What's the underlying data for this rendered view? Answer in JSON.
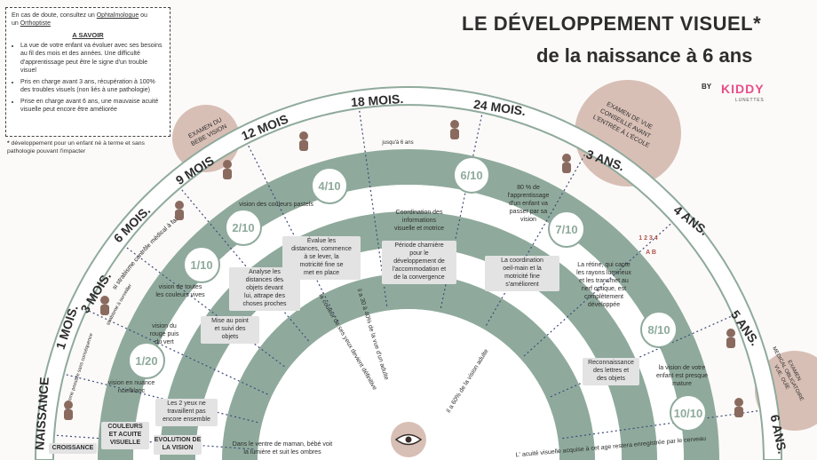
{
  "info_box": {
    "intro_prefix": "En cas de doute, consultez un ",
    "ophtalmologue": "Ophtalmologue",
    "ou": " ou",
    "intro_suffix": "un ",
    "orthoptiste": "Orthoptiste",
    "title": "A SAVOIR",
    "bullet1": "La vue de votre enfant va évoluer avec ses besoins au fil des mois et des années. Une difficulté d'apprentissage  peut être le signe d'un trouble visuel",
    "bullet2": "Pris en charge avant 3 ans, récupération à 100% des troubles visuels (non liés à une pathologie)",
    "bullet3": "Prise en charge avant 6 ans, une mauvaise acuité visuelle peut encore être améliorée"
  },
  "note": "développement pour un enfant né à terme et sans pathologie pouvant l'impacter",
  "title_line1": "LE DÉVELOPPEMENT VISUEL*",
  "title_line2": "de la naissance à 6 ans",
  "brand": {
    "by": "BY",
    "name": "KIDDY",
    "sub": "LUNETTES"
  },
  "ages": [
    "NAISSANCE",
    "1 MOIS.",
    "3 MOIS.",
    "6 MOIS.",
    "9 MOIS",
    "12 MOIS",
    "18 MOIS.",
    "24 MOIS.",
    "3 ANS.",
    "4 ANS.",
    "5 ANS.",
    "6 ANS."
  ],
  "acuities": [
    "1/20",
    "1/10",
    "2/10",
    "4/10",
    "6/10",
    "7/10",
    "8/10",
    "10/10"
  ],
  "bubbles": {
    "left": "EXAMEN DU BEBE VISION",
    "right": "EXAMEN DE VUE CONSEILLÉ AVANT L'ENTRÉE À L'ÉCOLE",
    "bottom": "EXAMEN MEDICAL OBLIGATOIRE VUE, OUÏE"
  },
  "band_labels": {
    "croissance": "CROISSANCE",
    "couleurs": "COULEURS ET ACUITE VISUELLE",
    "evolution": "EVOLUTION DE LA VISION"
  },
  "dates_labels": {
    "jusqua": "jusqu'à 6 ans",
    "strabisme1": "si strabisme contrôle médical à faire",
    "strabisme2": "strabisme à surveiller",
    "strabisme3": "strabisme possible sans conséquence"
  },
  "texts": {
    "vision_nuance": "vision en nuance noir/blanc",
    "vision_rouge": "vision du rouge puis du vert",
    "vision_toutes": "vision de toutes les couleurs vives",
    "vision_pastels": "vision des couleurs pastels",
    "pourcent80": "80 % de l'apprentissage d'un enfant va passer par sa vision",
    "retine": "La rétine, qui capte les rayons lumineux et les transmet au nerf optique, est complètement développée",
    "vision_adulte": "la vision de votre enfant est presque mature",
    "yeux": "Les 2 yeux ne travaillent pas encore ensemble",
    "point": "Mise au point et suivi des objets",
    "analyse": "Analyse les distances des objets devant lui, attrape des choses proches",
    "evalue": "Évalue les distances, commence à se lever, la motricité fine se met en place",
    "coordination_info": "Coordination des informations visuelle et motrice",
    "periode": "Période charnière pour le développement de l'accommodation et de la convergence",
    "coordination_oeil": "La coordination oeil-main et la motricité fine s'améliorent",
    "reconnaissance": "Reconnaissance des lettres et des objets",
    "ventre": "Dans le ventre de maman, bébé voit la lumière et suit les ombres",
    "couleur_yeux": "la couleur de ses yeux devient définitive",
    "trente": "il a 30 à 40% de la vue d'un adulte",
    "soixante": "il a 60% de la vision adulte",
    "acuite_finale": "L' acuité visuelle acquise à cet age restera enregistrée par le cerveau"
  },
  "colors": {
    "green": "#8faa9c",
    "dark_text": "#2d2d2d",
    "bubble": "#d8bfb5",
    "label_bg": "#e3e3e3",
    "dotted": "#3f4a7a"
  }
}
